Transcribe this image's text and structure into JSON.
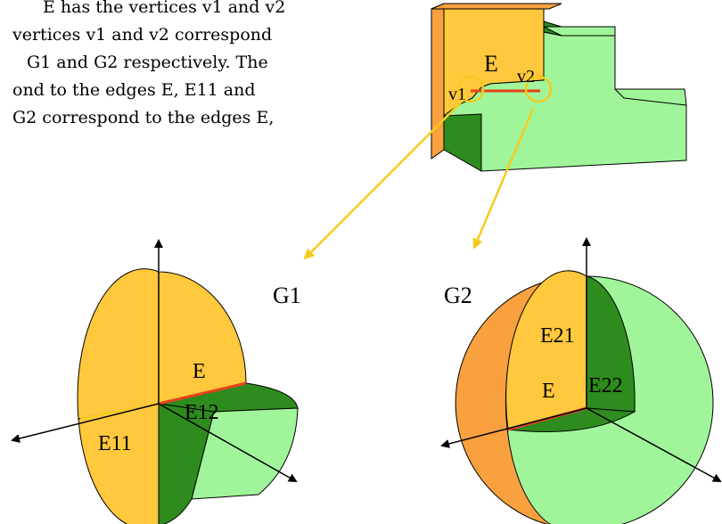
{
  "text_lines": [
    "E has the vertices v1 and v2",
    "vertices v1 and v2 correspond",
    "G1 and G2 respectively. The",
    "ond to the edges E, E11 and",
    "G2 correspond to the edges E,"
  ],
  "figure": {
    "solid": {
      "edge_label": "E",
      "vertex1_label": "v1",
      "vertex2_label": "v2"
    },
    "g1": {
      "title": "G1",
      "edge_E": "E",
      "edge_E11": "E11",
      "edge_E12": "E12"
    },
    "g2": {
      "title": "G2",
      "edge_E": "E",
      "edge_E21": "E21",
      "edge_E22": "E22"
    },
    "colors": {
      "orange_face": "#F9A03F",
      "yellow_face": "#FFC83D",
      "dark_green": "#2E8B1E",
      "light_green": "#A0F59A",
      "edge_red": "#E8401C",
      "callout_yellow": "#F5CB1D"
    }
  }
}
